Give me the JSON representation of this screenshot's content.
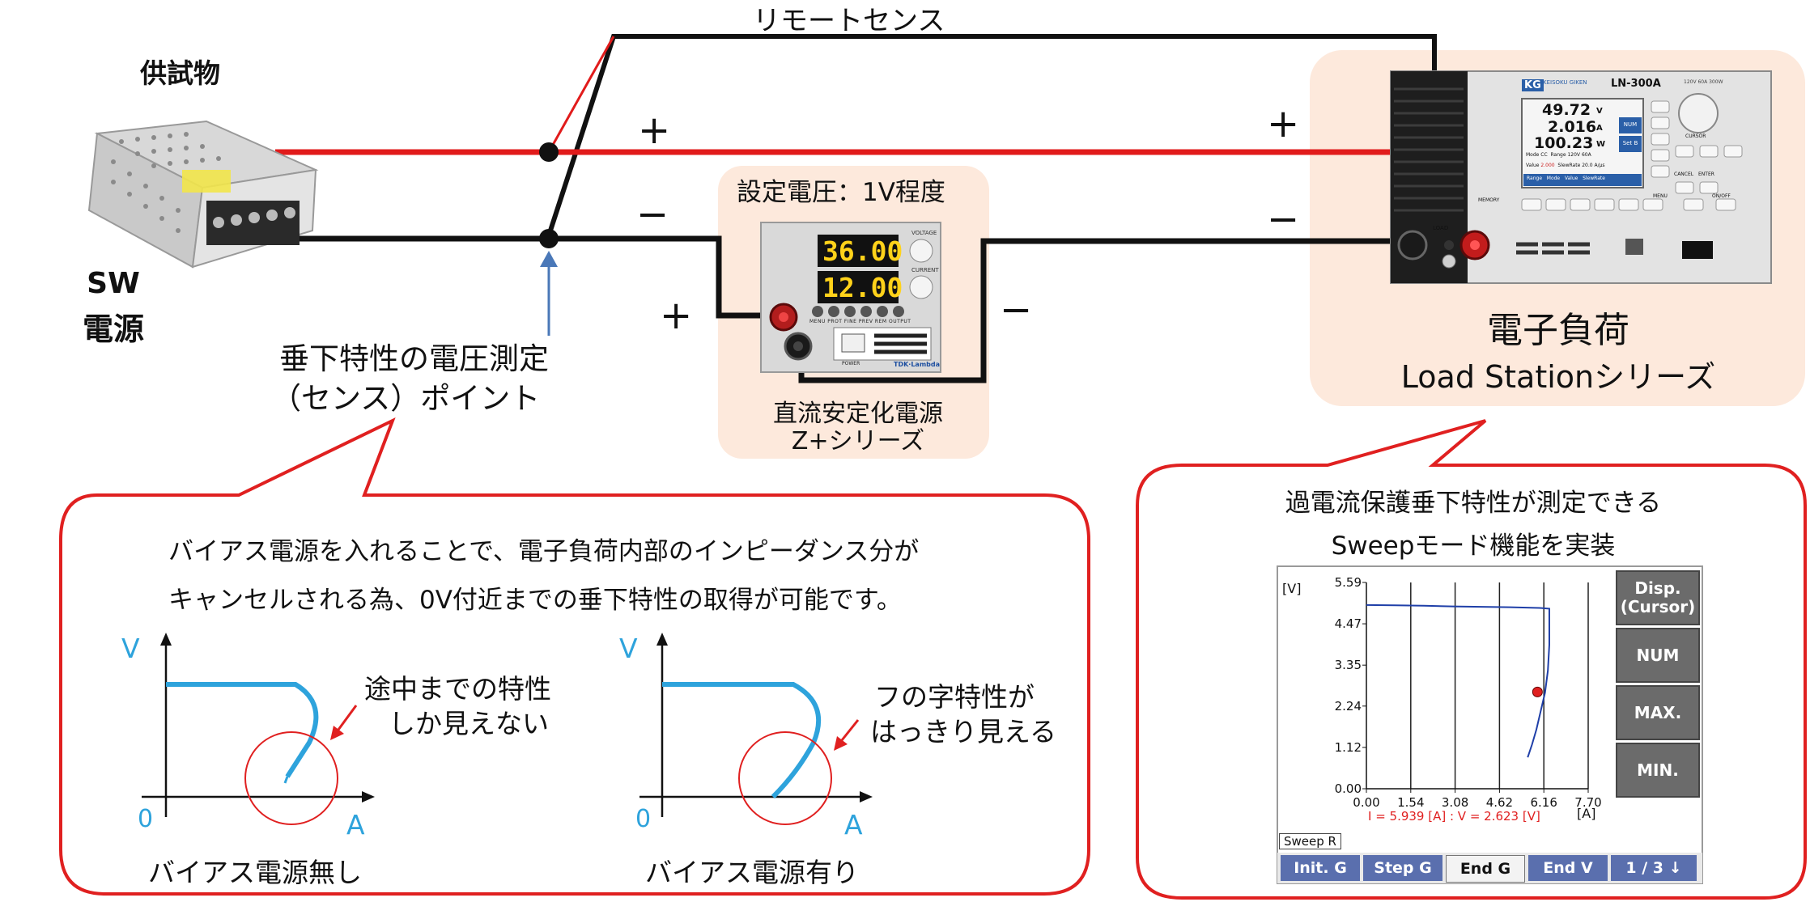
{
  "labels": {
    "remote_sense": "リモートセンス",
    "dut": "供試物",
    "sw_line1": "SW",
    "sw_line2": "電源",
    "plus": "+",
    "minus": "−",
    "set_voltage": "設定電圧：1V程度",
    "dc_supply_line1": "直流安定化電源",
    "dc_supply_line2": "Z+シリーズ",
    "load_line1": "電子負荷",
    "load_line2": "Load Stationシリーズ",
    "sense_point_line1": "垂下特性の電圧測定",
    "sense_point_line2": "（センス）ポイント"
  },
  "bubble_left": {
    "line1": "バイアス電源を入れることで、電子負荷内部のインピーダンス分が",
    "line2": "キャンセルされる為、0V付近までの垂下特性の取得が可能です。",
    "graph_no_bias": {
      "v_label": "V",
      "a_label": "A",
      "zero": "0",
      "note_line1": "途中までの特性",
      "note_line2": "しか見えない",
      "caption": "バイアス電源無し"
    },
    "graph_with_bias": {
      "v_label": "V",
      "a_label": "A",
      "zero": "0",
      "note_line1": "フの字特性が",
      "note_line2": "はっきり見える",
      "caption": "バイアス電源有り"
    }
  },
  "bubble_right": {
    "line1": "過電流保護垂下特性が測定できる",
    "line2": "Sweepモード機能を実装"
  },
  "psu_display": {
    "voltage": "36.00",
    "current": "12.00",
    "button_labels": [
      "MENU",
      "PROT",
      "FINE",
      "PREV",
      "REM",
      "OUTPUT"
    ],
    "power_label": "POWER",
    "brand": "TDK·Lambda",
    "knob_voltage": "VOLTAGE",
    "knob_current": "CURRENT"
  },
  "load_display": {
    "brand": "KG",
    "brand_text": "KEISOKU GIKEN",
    "model": "LN-300A",
    "spec": "120V 60A 300W",
    "voltage": "49.72",
    "voltage_unit": "V",
    "current": "2.016",
    "current_unit": "A",
    "power": "100.23",
    "power_unit": "W",
    "side_keys": [
      "NUM",
      "Set B"
    ],
    "mode_label": "Mode",
    "mode_value": "CC",
    "range_label": "Range",
    "range_v": "120V",
    "range_a": "60A",
    "value_label": "Value",
    "value_value": "2.000",
    "slew_label": "SlewRate",
    "slew_value": "20.0",
    "slew_unit": "A/μs",
    "bottom_keys": [
      "Range",
      "Mode",
      "Value",
      "SlewRate"
    ],
    "cursor_label": "CURSOR",
    "cancel_label": "CANCEL",
    "enter_label": "ENTER",
    "memory_label": "MEMORY",
    "menu_label": "MENU",
    "onoff_label": "ON/OFF",
    "terminal_label": "LOAD"
  },
  "sweep_screen": {
    "y_unit": "[V]",
    "x_unit": "[A]",
    "readout": "I = 5.939 [A] : V = 2.623 [V]",
    "mode_label": "Sweep R",
    "softkeys": [
      "Disp.",
      "(Cursor)",
      "NUM",
      "MAX.",
      "MIN."
    ],
    "tabs": [
      "Init. G",
      "Step G",
      "End G",
      "End V",
      "1 / 3 ↓"
    ],
    "active_tab": "End G"
  },
  "chart_data": {
    "type": "line",
    "xlabel": "[A]",
    "ylabel": "[V]",
    "xlim": [
      0.0,
      7.7
    ],
    "ylim": [
      0.0,
      5.59
    ],
    "x_ticks": [
      "0.00",
      "1.54",
      "3.08",
      "4.62",
      "6.16",
      "7.70"
    ],
    "y_ticks": [
      "0.00",
      "1.12",
      "2.24",
      "3.35",
      "4.47",
      "5.59"
    ],
    "grid": true,
    "series": [
      {
        "color": "#1f3fa8",
        "x": [
          0.0,
          1.0,
          2.0,
          3.0,
          4.0,
          5.0,
          6.0,
          6.35,
          6.35,
          6.3,
          6.2,
          6.05,
          5.9,
          5.75,
          5.6
        ],
        "y": [
          4.98,
          4.97,
          4.96,
          4.94,
          4.93,
          4.92,
          4.9,
          4.88,
          3.9,
          3.2,
          2.6,
          2.1,
          1.6,
          1.2,
          0.85
        ]
      }
    ],
    "marker": {
      "x": 5.939,
      "y": 2.623,
      "color": "#e02020"
    }
  },
  "colors": {
    "red_wire": "#e11b1b",
    "black_wire": "#111111",
    "curve_blue": "#2ea3dc",
    "callout_red": "#e02020",
    "box_fill": "#fde9dc",
    "sense_arrow": "#4a78b8"
  }
}
